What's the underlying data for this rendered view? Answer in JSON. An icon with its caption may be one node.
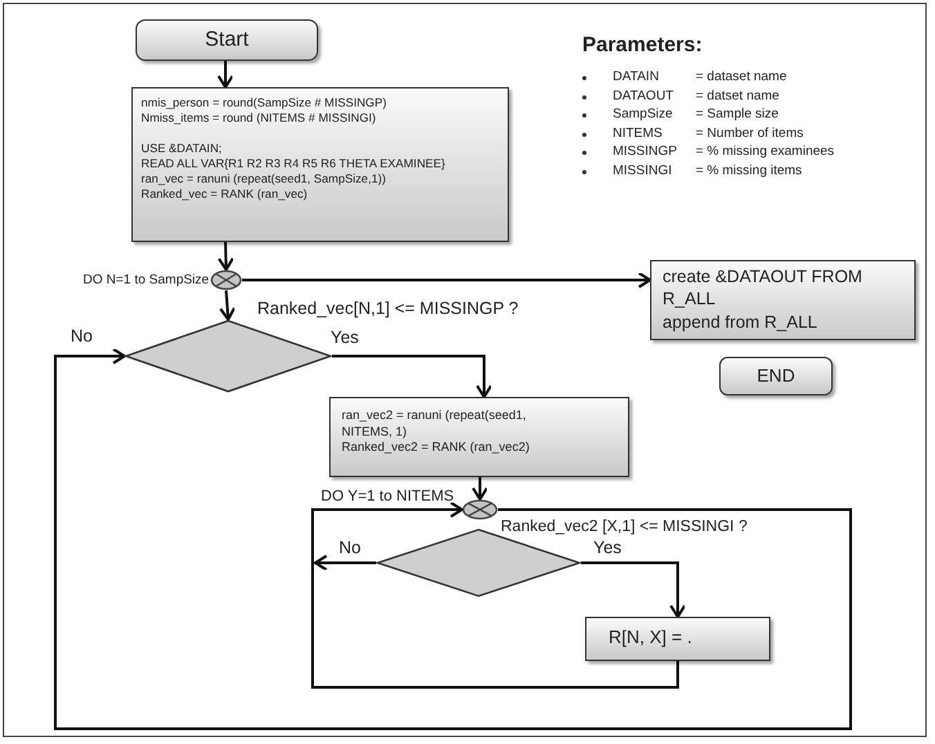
{
  "diagram": {
    "nodes": [
      {
        "text": [
          "Start"
        ]
      },
      {
        "text": [
          "nmis_person = round(SampSize # MISSINGP)",
          "Nmiss_items = round (NITEMS # MISSINGI)",
          "USE &DATAIN;",
          "READ ALL VAR{R1 R2 R3 R4 R5 R6 THETA EXAMINEE}",
          "ran_vec = ranuni (repeat(seed1, SampSize,1))",
          "Ranked_vec = RANK (ran_vec)"
        ]
      },
      {
        "text": [],
        "shape": "circle",
        "beside": [
          "DO N=1 to SampSize"
        ]
      },
      {
        "text": [],
        "shape": "diamond",
        "beside": [
          "Ranked_vec[N,1] <= MISSINGP ?"
        ]
      },
      {
        "text": [
          "create &DATAOUT FROM R_ALL",
          "append from R_ALL"
        ]
      },
      {
        "text": [
          "END"
        ]
      },
      {
        "text": [
          "ran_vec2 = ranuni (repeat(seed1, NITEMS, 1)",
          "Ranked_vec2 = RANK (ran_vec2)"
        ]
      },
      {
        "text": [],
        "shape": "circle",
        "beside": [
          "DO Y=1 to NITEMS"
        ]
      },
      {
        "text": [],
        "shape": "diamond",
        "beside": [
          "Ranked_vec2 [X,1] <= MISSINGI ?"
        ]
      },
      {
        "text": [
          "R[N, X] = ."
        ]
      }
    ],
    "edges": [
      {
        "from": 0,
        "to": 1,
        "arrow": "to"
      },
      {
        "from": 1,
        "to": 2,
        "arrow": "to"
      },
      {
        "from": 2,
        "to": 3,
        "arrow": "to"
      },
      {
        "from": 2,
        "to": 4,
        "arrow": "to"
      },
      {
        "from": 3,
        "to": 6,
        "arrow": "to",
        "label": "Yes"
      },
      {
        "from": 7,
        "to": 3,
        "arrow": "to",
        "label": "No"
      },
      {
        "from": 6,
        "to": 7,
        "arrow": "to"
      },
      {
        "from": 9,
        "to": 7,
        "arrow": "to"
      },
      {
        "from": 8,
        "to": null,
        "arrow": "to",
        "label": "No"
      },
      {
        "from": 8,
        "to": 9,
        "arrow": "to",
        "label": "Yes"
      }
    ],
    "labels": [
      "Parameters:",
      "DATAIN",
      "= dataset name",
      "DATAOUT",
      "= datset name",
      "SampSize",
      "= Sample size",
      "NITEMS",
      "= Number of items",
      "MISSINGP",
      "= % missing examinees",
      "MISSINGI",
      "= % missing items"
    ]
  }
}
